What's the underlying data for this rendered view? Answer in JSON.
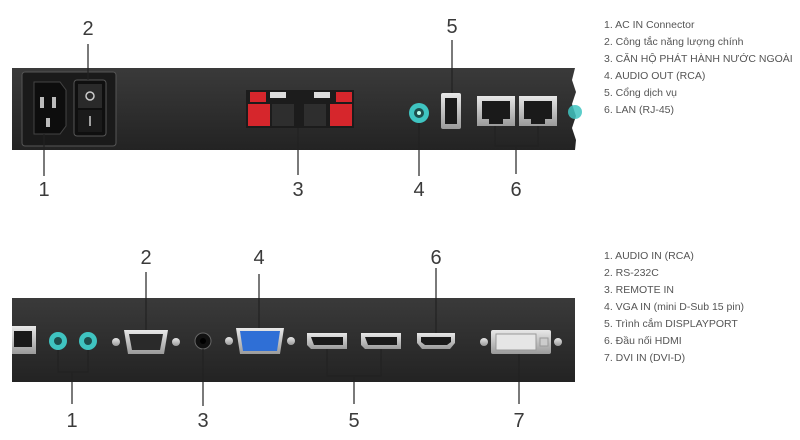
{
  "top_panel": {
    "callouts": [
      "1",
      "2",
      "3",
      "4",
      "5",
      "6"
    ],
    "legend": [
      "1. AC IN Connector",
      "2. Công tắc năng lượng chính",
      "3. CĂN HỘ PHÁT HÀNH NƯỚC NGOÀI",
      "4. AUDIO OUT (RCA)",
      "5. Cổng dịch vụ",
      "6. LAN (RJ-45)"
    ]
  },
  "bottom_panel": {
    "callouts": [
      "1",
      "2",
      "3",
      "4",
      "5",
      "6",
      "7"
    ],
    "legend": [
      "1. AUDIO IN (RCA)",
      "2. RS-232C",
      "3. REMOTE IN",
      "4. VGA IN (mini D-Sub 15 pin)",
      "5. Trình cắm DISPLAYPORT",
      "6. Đầu nối HDMI",
      "7. DVI IN (DVI-D)"
    ]
  },
  "colors": {
    "panel": "#2b2b2b",
    "teal_port": "#3fc4c1",
    "red_terminal": "#d6262c",
    "vga_blue": "#2f6fd6"
  }
}
